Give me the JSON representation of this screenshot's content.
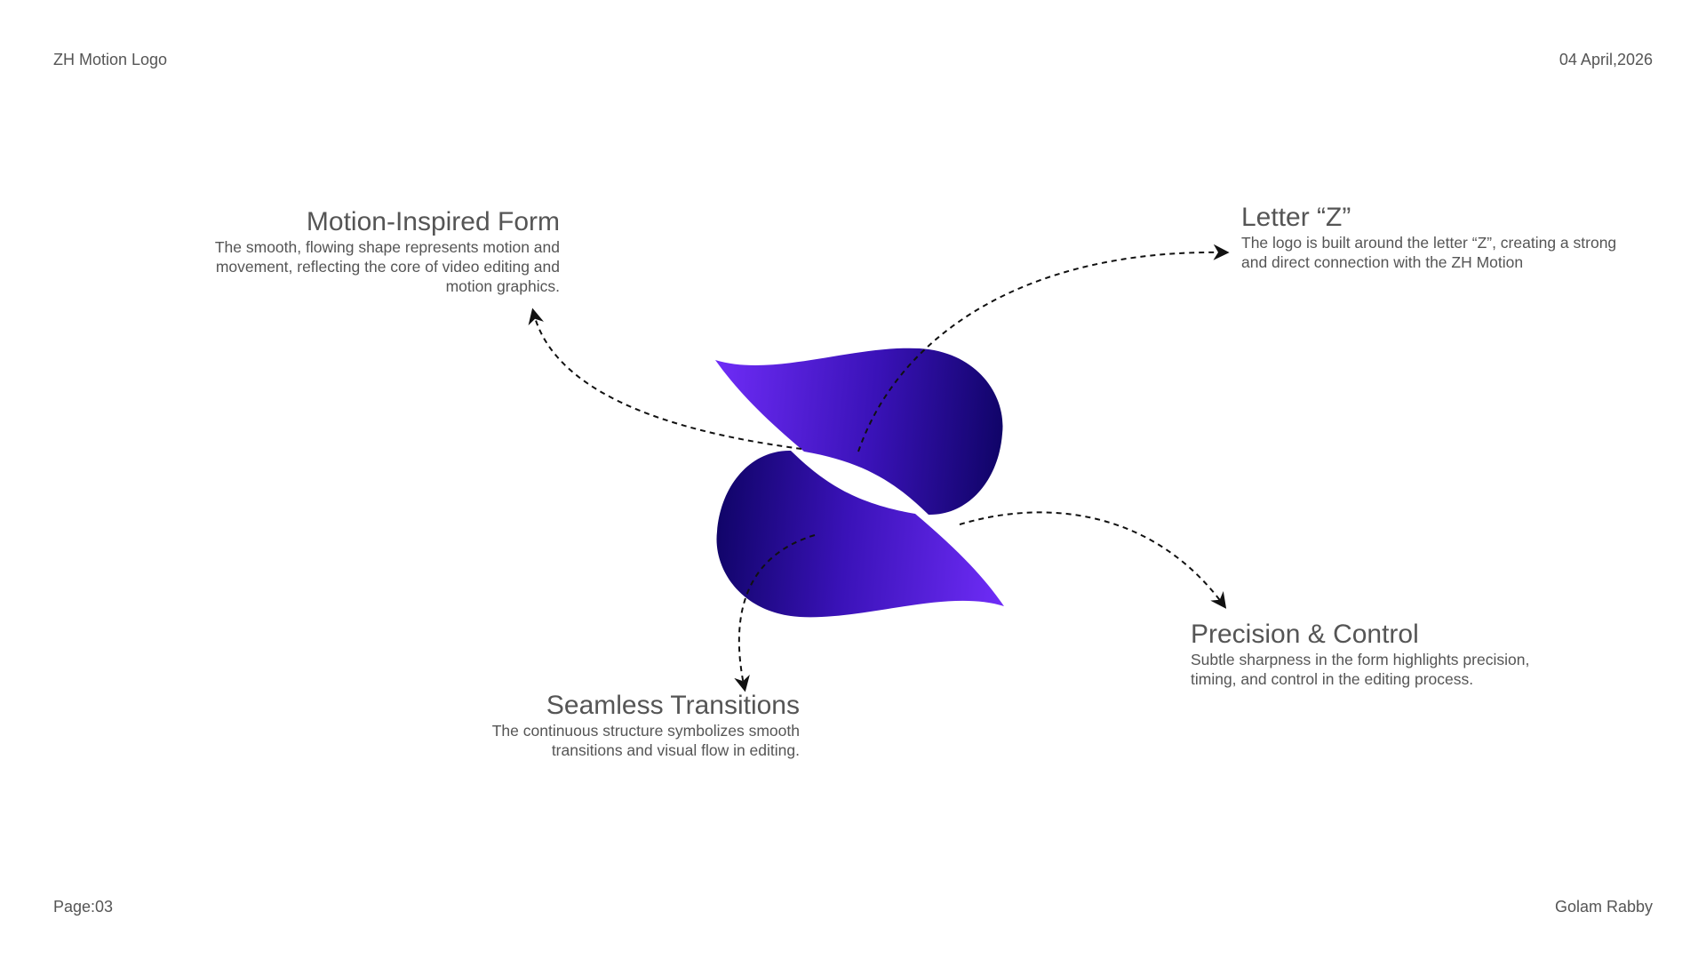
{
  "header": {
    "project_title": "ZH Motion Logo",
    "date": "04 April,2026"
  },
  "footer": {
    "page": "Page:03",
    "author": "Golam Rabby"
  },
  "callouts": {
    "motion": {
      "title": "Motion-Inspired Form",
      "body": "The smooth, flowing shape represents motion and movement, reflecting the core of video editing and motion graphics."
    },
    "letter": {
      "title": "Letter “Z”",
      "body": "The logo is built around the letter “Z”, creating a strong and direct connection with the ZH Motion"
    },
    "precision": {
      "title": "Precision & Control",
      "body": "Subtle sharpness in the form highlights precision, timing, and control in the editing process."
    },
    "seamless": {
      "title": "Seamless Transitions",
      "body": "The continuous structure symbolizes smooth transitions and visual flow in editing."
    }
  },
  "colors": {
    "logo_light": "#6e2cf6",
    "logo_mid": "#3a12b8",
    "logo_dark": "#100468",
    "text": "#555555",
    "arrow": "#111111"
  },
  "icons": {
    "logo": "zh-motion-z-logo-icon",
    "arrow": "dashed-arrow-icon"
  }
}
